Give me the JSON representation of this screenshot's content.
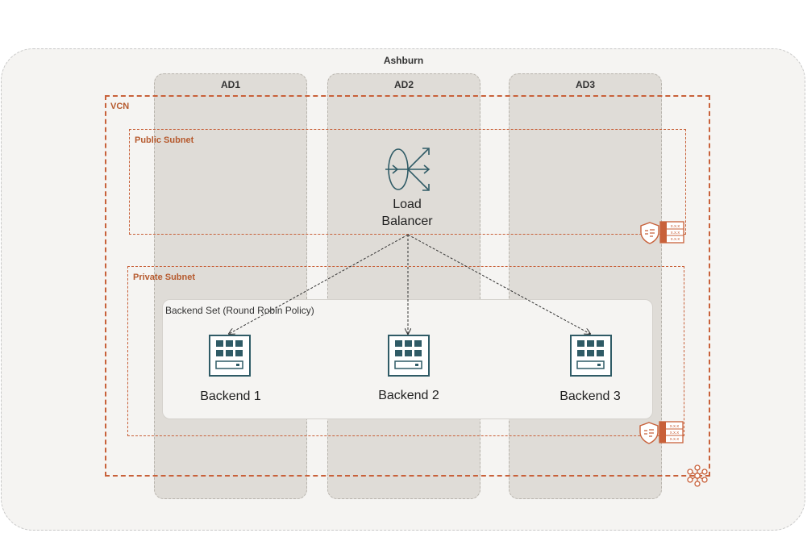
{
  "region": {
    "label": "Ashburn"
  },
  "availability_domains": [
    {
      "label": "AD1"
    },
    {
      "label": "AD2"
    },
    {
      "label": "AD3"
    }
  ],
  "vcn": {
    "label": "VCN"
  },
  "public_subnet": {
    "label": "Public Subnet"
  },
  "private_subnet": {
    "label": "Private Subnet"
  },
  "load_balancer": {
    "line1": "Load",
    "line2": "Balancer"
  },
  "backend_set": {
    "label": "Backend Set (Round Robin Policy)"
  },
  "backends": [
    {
      "label": "Backend 1"
    },
    {
      "label": "Backend 2"
    },
    {
      "label": "Backend 3"
    }
  ],
  "security_list": {
    "cell_text": "x.x.x"
  },
  "colors": {
    "vcn_orange": "#c8613a",
    "icon_teal": "#2f5b66",
    "ad_fill": "#dfdcd7",
    "region_fill": "#f5f4f2"
  }
}
